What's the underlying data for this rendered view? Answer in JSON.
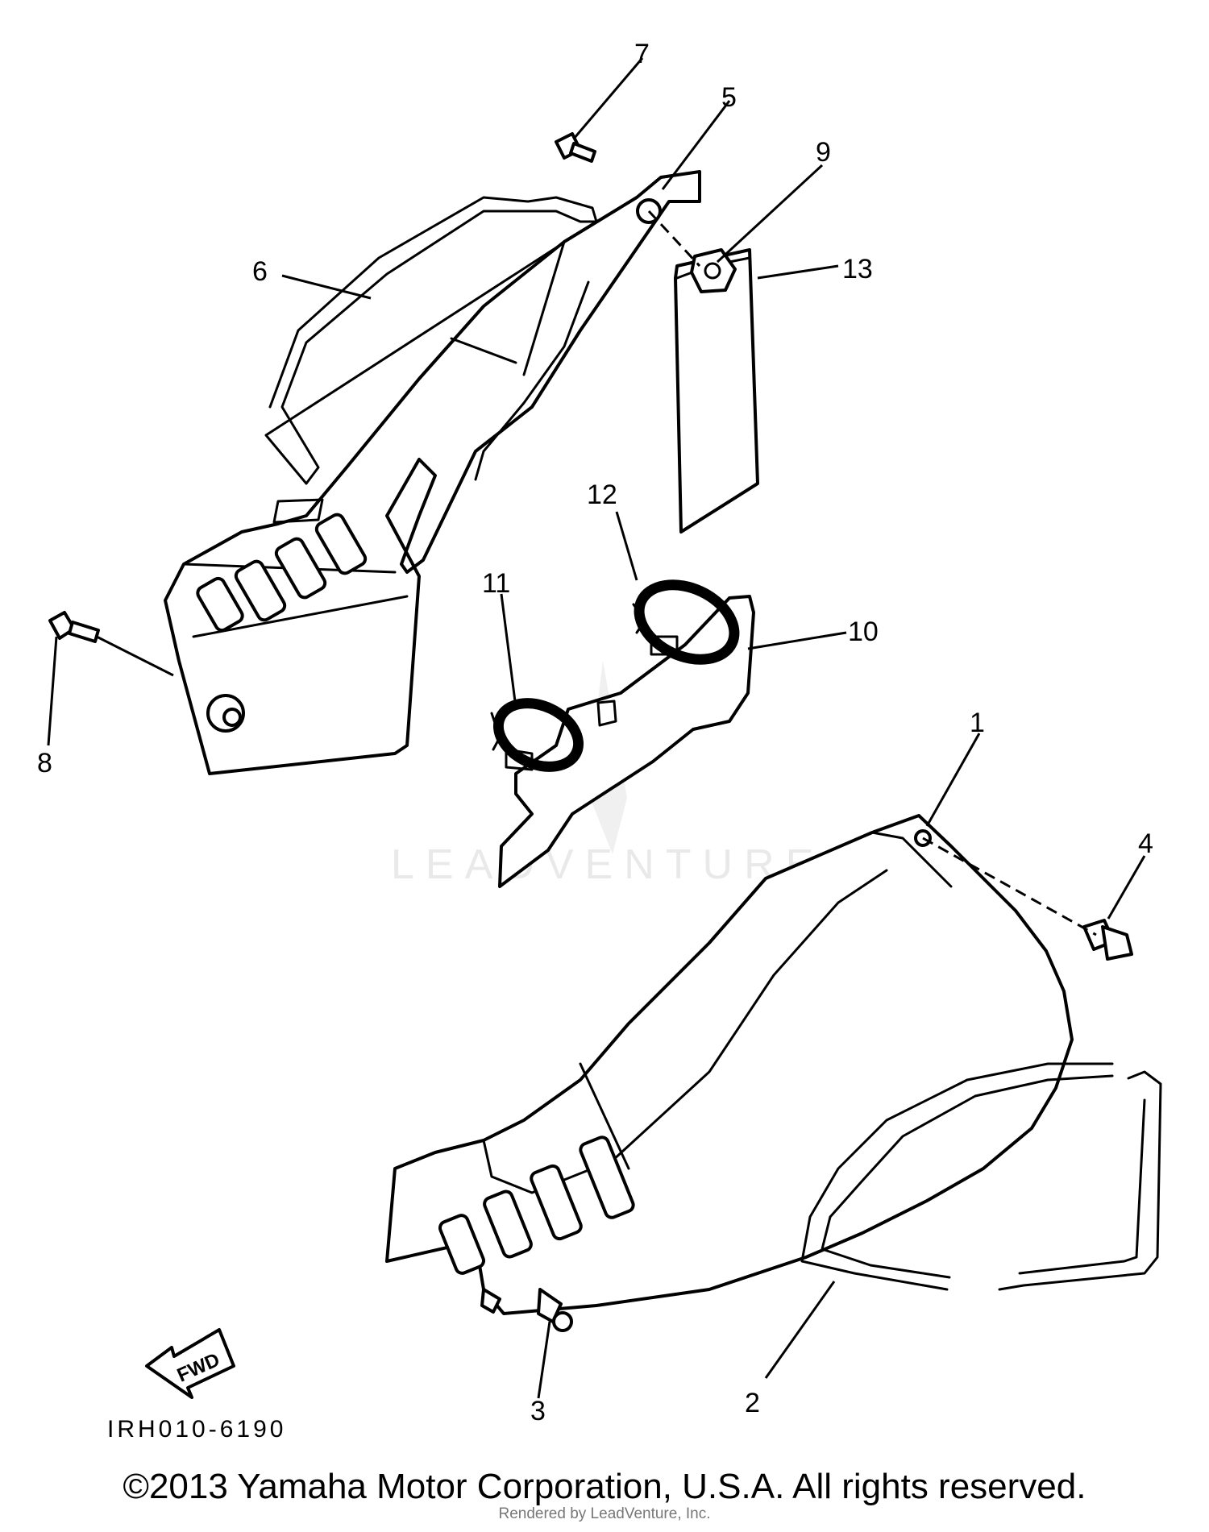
{
  "diagram": {
    "callouts": [
      "1",
      "2",
      "3",
      "4",
      "5",
      "6",
      "7",
      "8",
      "9",
      "10",
      "11",
      "12",
      "13"
    ],
    "drawing_code": "IRH010-6190",
    "fwd_label": "FWD",
    "watermark_text": "LEADVENTURE"
  },
  "footer": {
    "copyright": "©2013 Yamaha Motor Corporation, U.S.A. All rights reserved.",
    "rendered_by": "Rendered by LeadVenture, Inc."
  }
}
